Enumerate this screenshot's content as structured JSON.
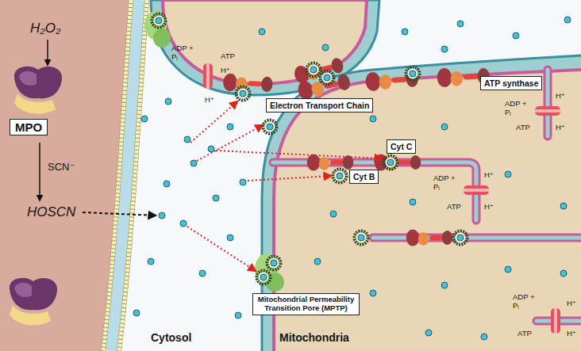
{
  "diagram": {
    "nodes": [
      {
        "text": [
          "MPO"
        ]
      },
      {
        "text": [
          "Electron Transport Chain"
        ]
      },
      {
        "text": [
          "ATP synthase"
        ]
      },
      {
        "text": [
          "Cyt B"
        ]
      },
      {
        "text": [
          "Cyt C"
        ]
      },
      {
        "text": [
          "Mitochondrial Permeability Transition Pore (MPTP)"
        ]
      }
    ],
    "labels": [
      "H₂O₂",
      "SCN⁻",
      "HOSCN",
      "Cytosol",
      "Mitochondria",
      "ADP + Pᵢ",
      "H⁺",
      "ATP",
      "H⁺",
      "ADP + Pᵢ",
      "H⁺",
      "ATP",
      "H⁺",
      "ADP + Pᵢ",
      "H⁺",
      "ATP",
      "H⁺",
      "ADP + Pᵢ",
      "H⁺",
      "ATP",
      "H⁺"
    ]
  }
}
